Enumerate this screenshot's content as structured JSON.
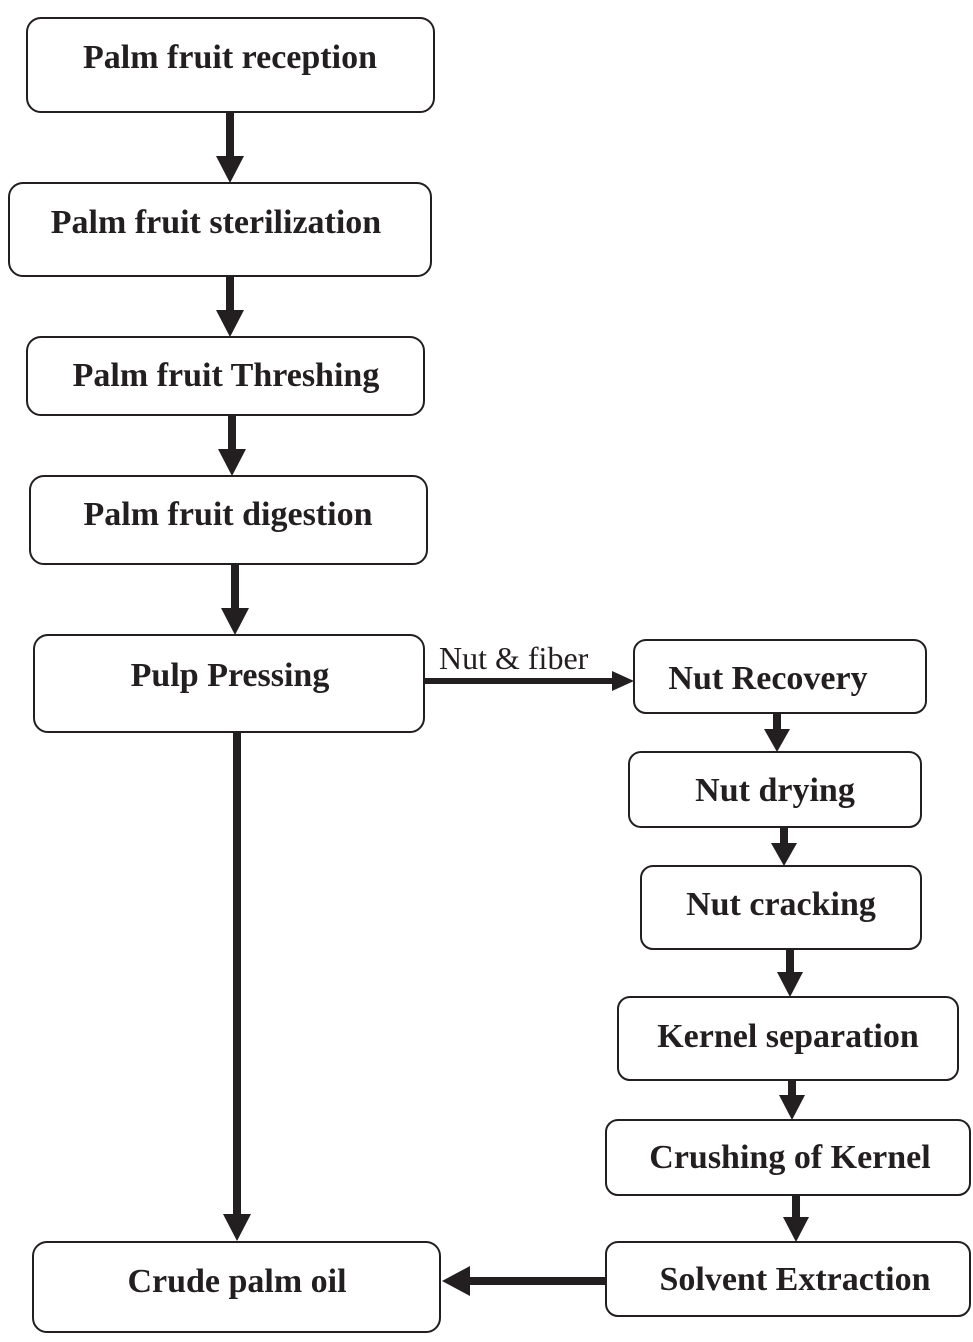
{
  "diagram": {
    "nodes": {
      "reception": "Palm fruit reception",
      "sterilization": "Palm fruit sterilization",
      "threshing": "Palm fruit Threshing",
      "digestion": "Palm fruit digestion",
      "pressing": "Pulp Pressing",
      "nut_recovery": "Nut Recovery",
      "nut_drying": "Nut drying",
      "nut_cracking": "Nut cracking",
      "kernel_separation": "Kernel separation",
      "crushing": "Crushing of Kernel",
      "solvent": "Solvent Extraction",
      "crude_oil": "Crude palm oil"
    },
    "edge_labels": {
      "nut_fiber": "Nut & fiber"
    },
    "colors": {
      "stroke": "#231f20",
      "fill": "#ffffff"
    }
  }
}
